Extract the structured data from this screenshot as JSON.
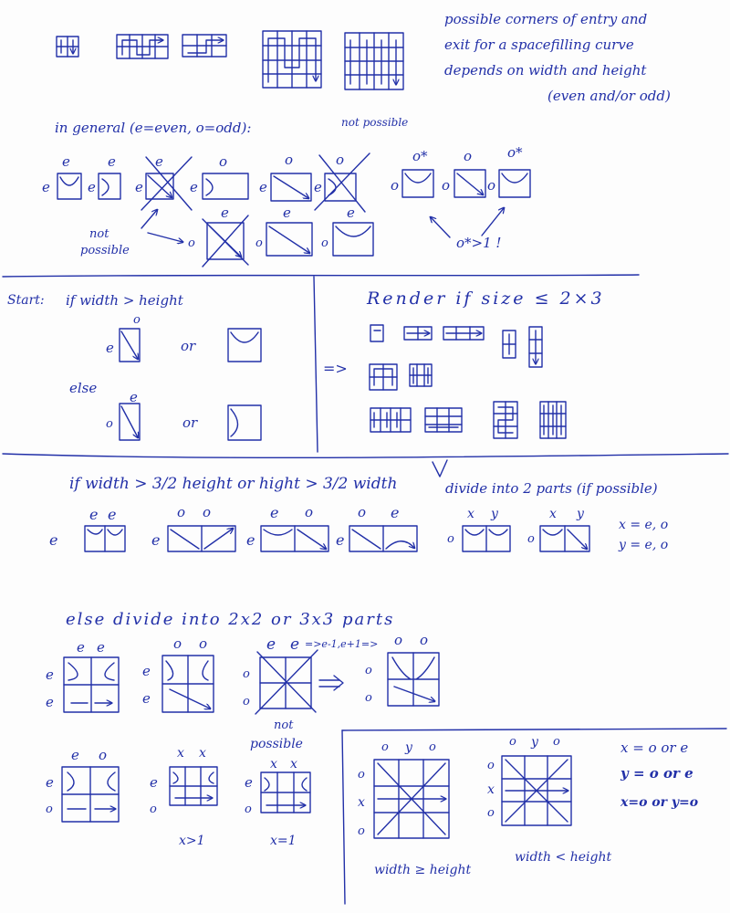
{
  "note_top": [
    "possible corners of entry and",
    "exit for a spacefilling curve",
    "depends on width and height",
    "(even and/or odd)"
  ],
  "general_title": "in general (e=even, o=odd):",
  "not_possible_a": "not possible",
  "not_possible_b": [
    "not",
    "possible"
  ],
  "o_star_eq": "o*>1 !",
  "start_label": "Start:",
  "start_condition": "if width > height",
  "or": "or",
  "else": "else",
  "render_title": "Render if size ≤ 2×3",
  "implies": "=>",
  "divide_condition": "if width > 3/2 height or hight > 3/2 width",
  "divide_result": "divide into 2 parts (if possible)",
  "xy_def": [
    "x = e, o",
    "y = e, o"
  ],
  "else_divide": "else divide into 2x2 or 3x3 parts",
  "ee_transition": "=>e-1,e+1=>",
  "x_gt_1": "x>1",
  "x_eq_1": "x=1",
  "not_possible_c": [
    "not",
    "possible"
  ],
  "rules": [
    "x = o or e",
    "y = o or e",
    "x=o or y=o"
  ],
  "width_ge_height": "width ≥ height",
  "width_lt_height": "width < height",
  "letters": {
    "e": "e",
    "o": "o",
    "x": "x",
    "y": "y",
    "ostar": "o*"
  }
}
